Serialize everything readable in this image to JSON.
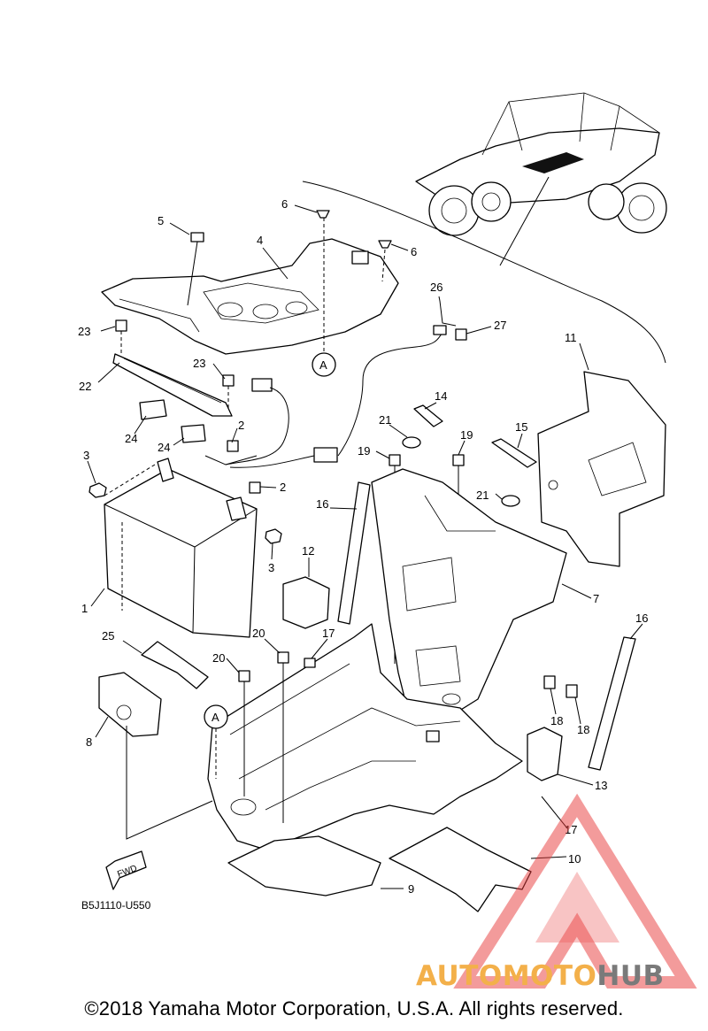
{
  "diagram": {
    "code": "B5J1110-U550",
    "fwd_label": "FWD",
    "ref_marker": "A",
    "copyright": "©2018 Yamaha Motor Corporation, U.S.A. All rights reserved."
  },
  "callouts": [
    "1",
    "2",
    "2",
    "3",
    "3",
    "4",
    "5",
    "6",
    "6",
    "7",
    "8",
    "9",
    "10",
    "11",
    "12",
    "13",
    "14",
    "15",
    "16",
    "16",
    "17",
    "17",
    "18",
    "18",
    "19",
    "19",
    "20",
    "20",
    "21",
    "21",
    "22",
    "23",
    "23",
    "24",
    "24",
    "25",
    "26",
    "27"
  ],
  "watermark": {
    "brand_part1": "AUTOMOTO",
    "brand_part2": "HUB",
    "colors": {
      "logo_red": "#e83a3a",
      "brand_orange": "#f3b04a",
      "brand_gray": "#7a7a7a"
    }
  }
}
